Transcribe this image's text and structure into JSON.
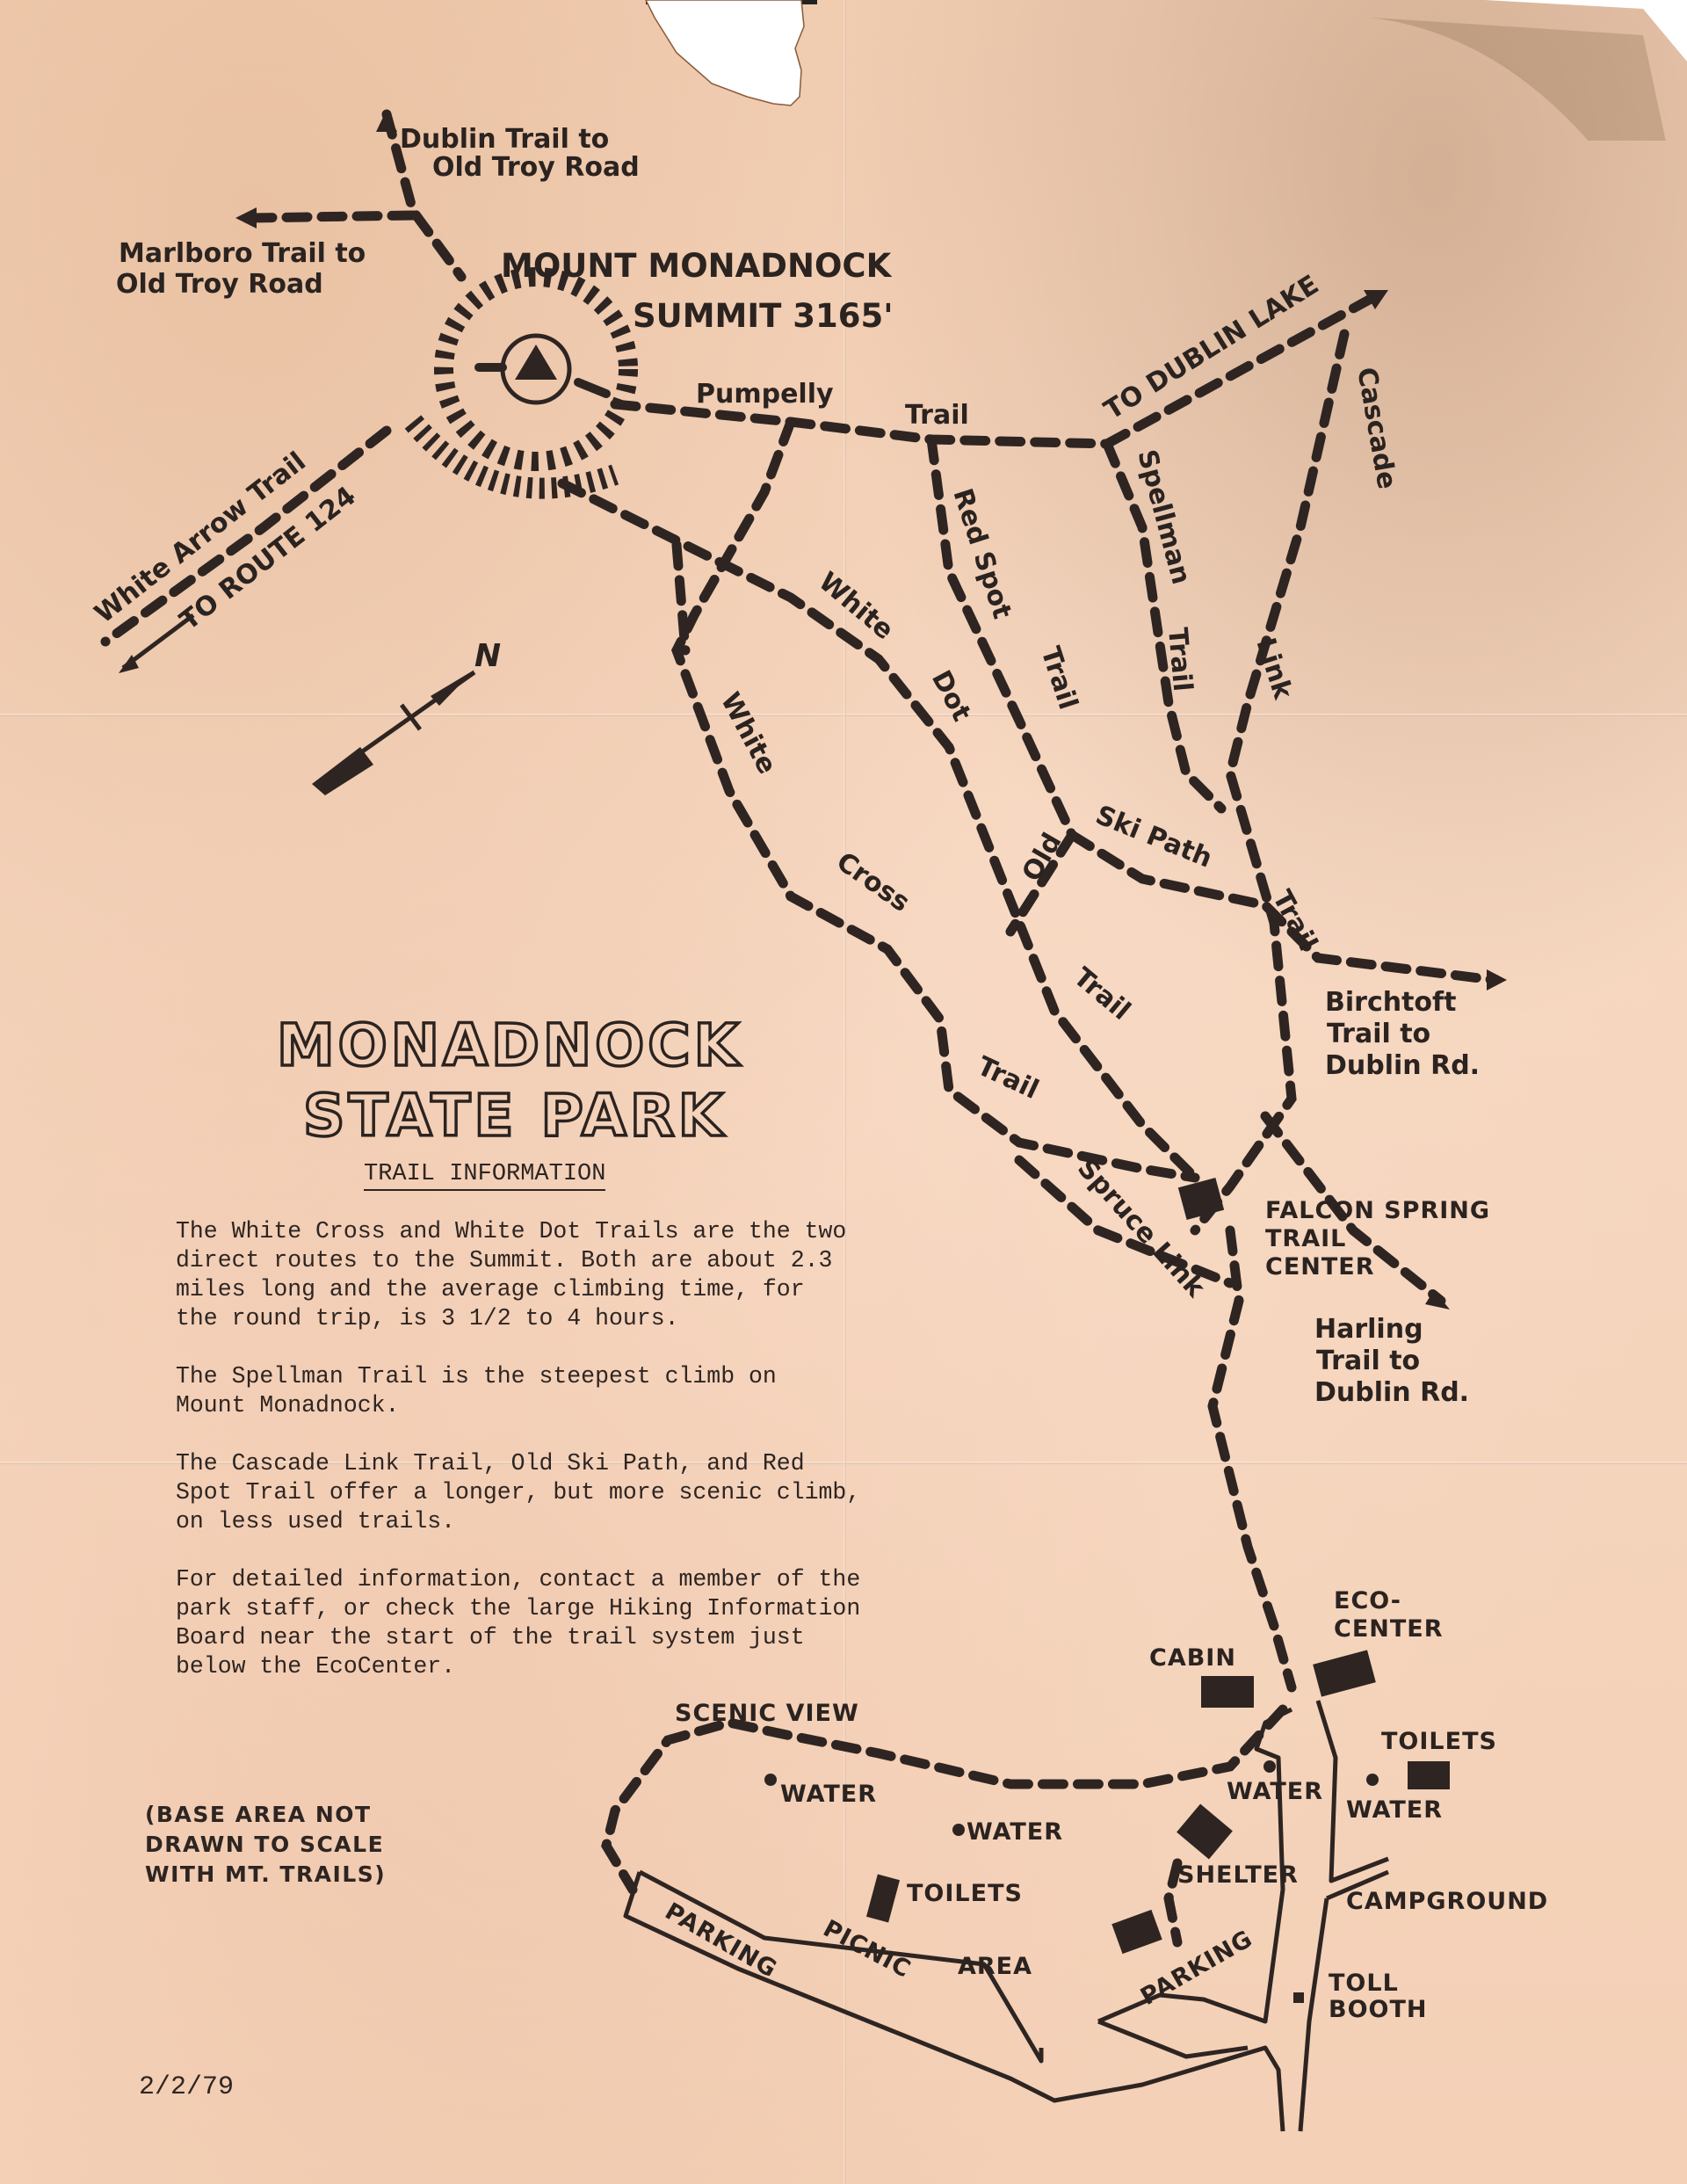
{
  "map": {
    "park_title_line1": "MONADNOCK",
    "park_title_line2": "STATE PARK",
    "section_heading": "TRAIL INFORMATION",
    "date": "2/2/79",
    "scale_note": "(BASE AREA NOT\nDRAWN TO SCALE\nWITH MT. TRAILS)",
    "summit": {
      "name": "MOUNT MONADNOCK",
      "elevation_label": "SUMMIT 3165'",
      "icon": "triangle-in-circle summit marker"
    },
    "compass": {
      "north_label": "N",
      "icon": "north-arrow"
    },
    "info_paragraphs": [
      "The White Cross and White Dot Trails are the two\ndirect routes to the Summit.  Both are about 2.3\nmiles long and the average climbing time, for\nthe round trip, is 3 1/2 to 4 hours.",
      "The Spellman Trail is the steepest climb on\nMount Monadnock.",
      "The Cascade Link Trail, Old Ski Path, and Red\nSpot Trail offer a longer, but more scenic climb,\non less used trails.",
      "For detailed information, contact a member of the\npark staff, or check the large Hiking Information\nBoard near the start of the trail system just\nbelow the EcoCenter."
    ],
    "external_trails": {
      "dublin_1": "Dublin Trail to",
      "dublin_2": "Old Troy Road",
      "marlboro_1": "Marlboro Trail to",
      "marlboro_2": "Old Troy Road",
      "white_arrow": "White Arrow  Trail",
      "route124": "TO ROUTE 124",
      "dublin_lake": "TO DUBLIN LAKE",
      "birchtoft_1": "Birchtoft",
      "birchtoft_2": "Trail to",
      "birchtoft_3": "Dublin Rd.",
      "harling_1": "Harling",
      "harling_2": "Trail to",
      "harling_3": "Dublin Rd."
    },
    "trail_labels": {
      "pumpelly": "Pumpelly",
      "pumpelly_trail": "Trail",
      "cascade": "Cascade",
      "link": "Link",
      "spellman": "Spellman",
      "spellman_trail": "Trail",
      "red_spot": "Red Spot",
      "red_spot_trail": "Trail",
      "white_dot_1": "White",
      "white_dot_2": "Dot",
      "white_dot_trail": "Trail",
      "white_cross_1": "White",
      "white_cross_2": "Cross",
      "white_cross_trail": "Trail",
      "old": "Old",
      "ski_path": "Ski  Path",
      "cascade_trail": "Trail",
      "spruce_link": "Spruce Link"
    },
    "places": {
      "falcon_1": "FALCON SPRING",
      "falcon_2": "TRAIL",
      "falcon_3": "CENTER",
      "eco_1": "ECO-",
      "eco_2": "CENTER",
      "cabin": "CABIN",
      "scenic_view": "SCENIC VIEW",
      "toilets_right": "TOILETS",
      "water_1": "WATER",
      "water_2": "WATER",
      "water_3": "WATER",
      "water_4": "WATER",
      "shelter": "SHELTER",
      "campground": "CAMPGROUND",
      "toilets_picnic": "TOILETS",
      "parking_left": "PARKING",
      "picnic": "PICNIC",
      "area": "AREA",
      "parking_right": "PARKING",
      "toll_1": "TOLL",
      "toll_2": "BOOTH"
    },
    "colors": {
      "paper": "#f4d2b8",
      "ink": "#2e2522"
    }
  }
}
